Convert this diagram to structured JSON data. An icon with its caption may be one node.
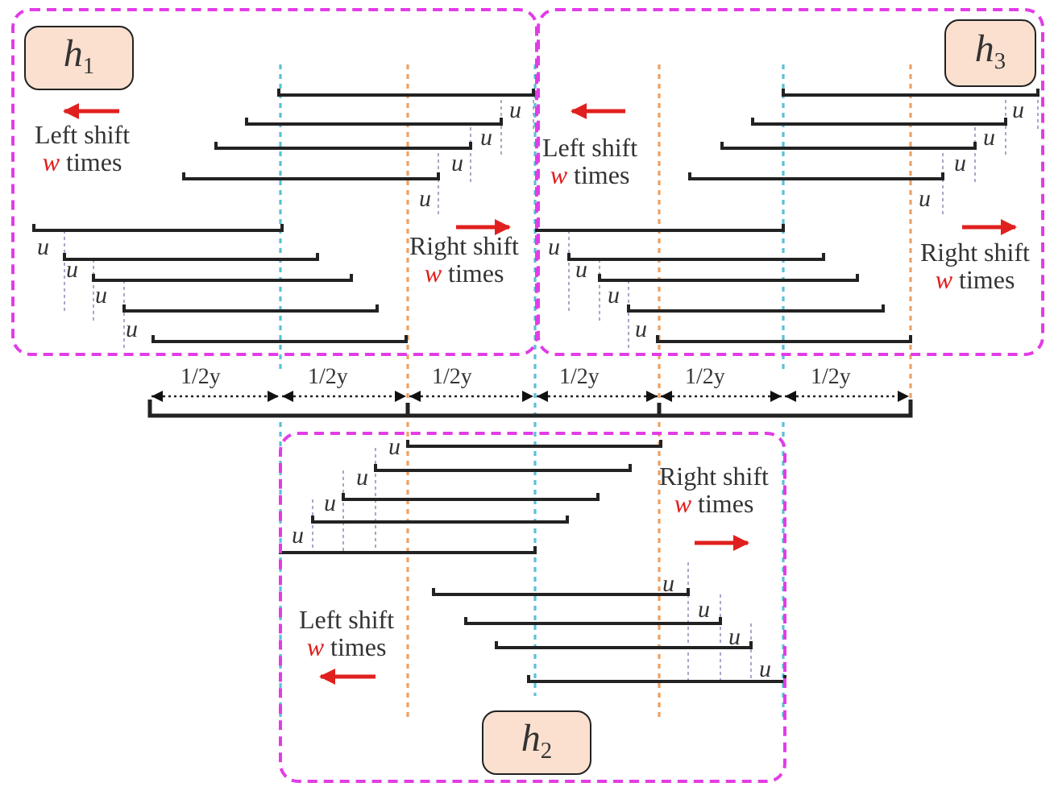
{
  "diagram": {
    "nodes": [
      {
        "text": [],
        "shape": "box"
      },
      {
        "text": [
          "*h*$_{1}$"
        ],
        "in": 0
      },
      {
        "text": [],
        "shape": "box"
      },
      {
        "text": [
          "*h*$_{3}$"
        ],
        "in": 2
      },
      {
        "text": [],
        "shape": "box"
      },
      {
        "text": [
          "*h*$_{2}$"
        ],
        "in": 4
      }
    ],
    "labels": [
      "Left shift *w* times",
      "*u*",
      "*u*",
      "*u*",
      "*u*",
      "Right shift *w* times",
      "*u*",
      "*u*",
      "*u*",
      "*u*",
      "Left shift *w* times",
      "*u*",
      "*u*",
      "*u*",
      "*u*",
      "Right shift *w* times",
      "*u*",
      "*u*",
      "*u*",
      "*u*",
      "1/2y",
      "1/2y",
      "1/2y",
      "1/2y",
      "1/2y",
      "1/2y",
      "*u*",
      "*u*",
      "*u*",
      "*u*",
      "Right shift *w* times",
      "*u*",
      "*u*",
      "*u*",
      "*u*",
      "Left shift *w* times"
    ]
  }
}
